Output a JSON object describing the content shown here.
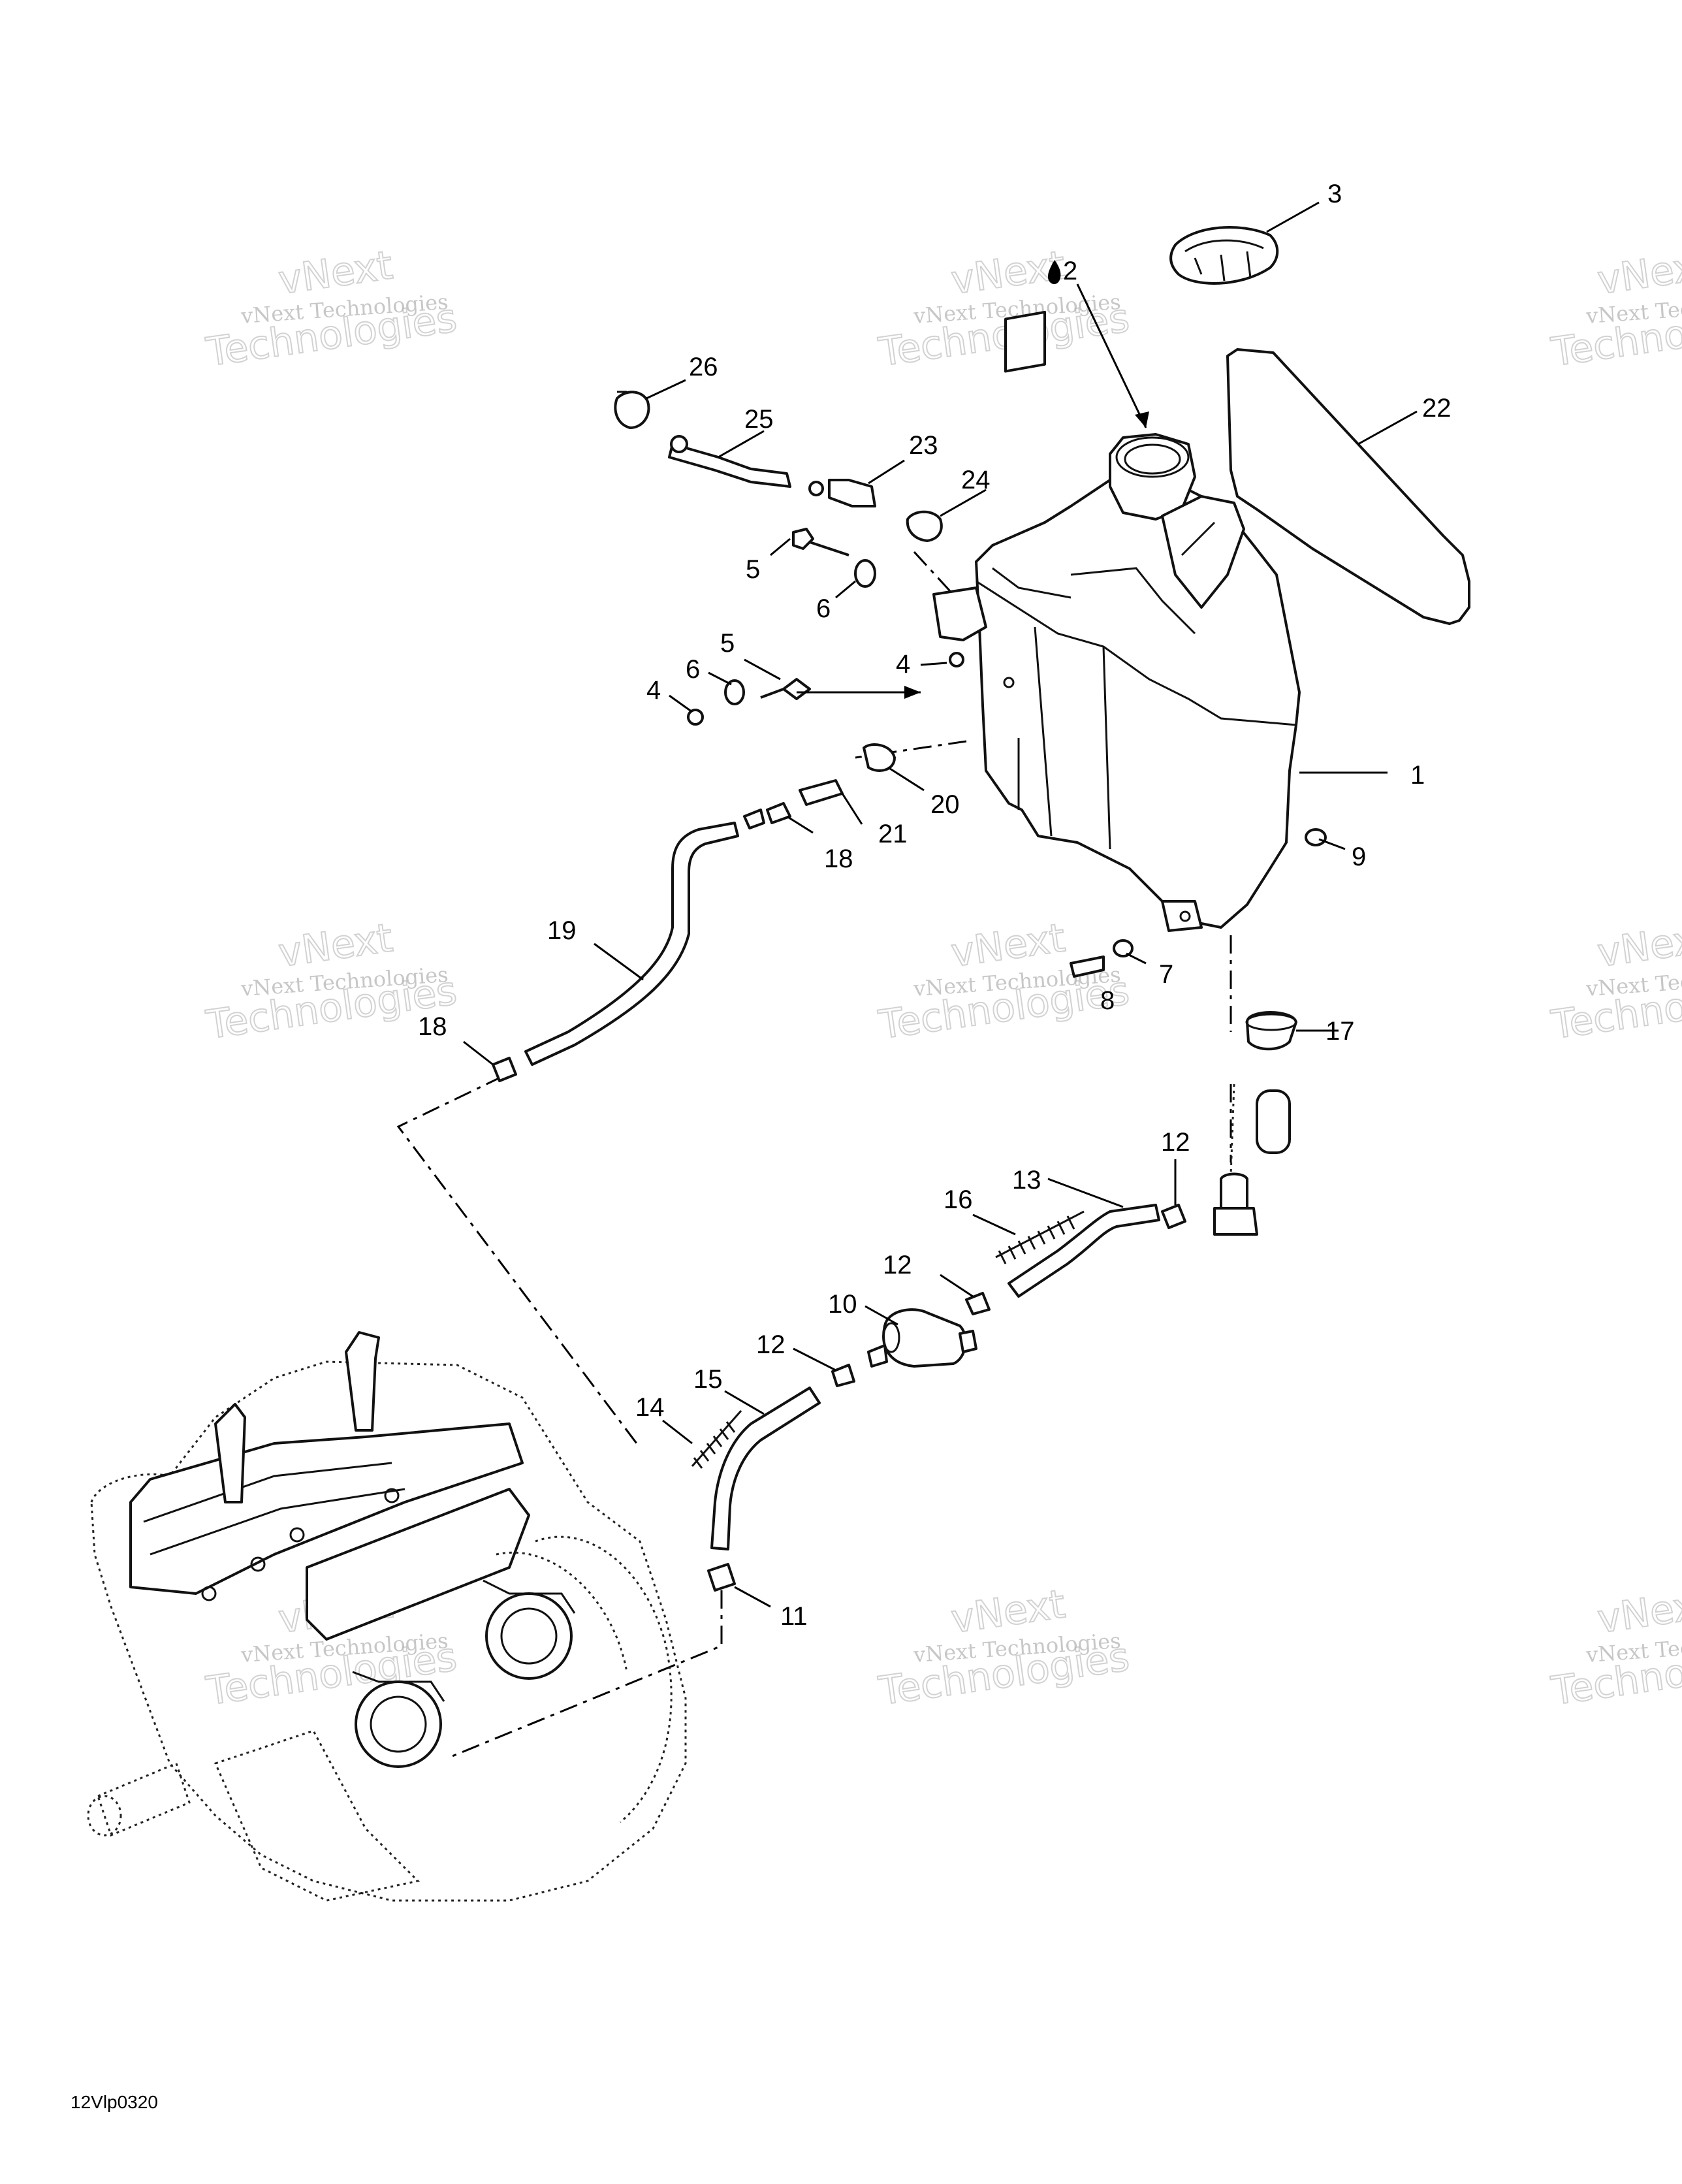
{
  "diagram_code": "12Vlp0320",
  "watermark": {
    "line1": "vNext",
    "line2": "vNext Technologies",
    "line3": "Technologies"
  },
  "callouts": [
    {
      "id": "c1",
      "text": "1"
    },
    {
      "id": "c2",
      "text": "2"
    },
    {
      "id": "c3",
      "text": "3"
    },
    {
      "id": "c4a",
      "text": "4"
    },
    {
      "id": "c4b",
      "text": "4"
    },
    {
      "id": "c5a",
      "text": "5"
    },
    {
      "id": "c5b",
      "text": "5"
    },
    {
      "id": "c6a",
      "text": "6"
    },
    {
      "id": "c6b",
      "text": "6"
    },
    {
      "id": "c7",
      "text": "7"
    },
    {
      "id": "c8",
      "text": "8"
    },
    {
      "id": "c9",
      "text": "9"
    },
    {
      "id": "c10",
      "text": "10"
    },
    {
      "id": "c11",
      "text": "11"
    },
    {
      "id": "c12a",
      "text": "12"
    },
    {
      "id": "c12b",
      "text": "12"
    },
    {
      "id": "c12c",
      "text": "12"
    },
    {
      "id": "c13",
      "text": "13"
    },
    {
      "id": "c14",
      "text": "14"
    },
    {
      "id": "c15",
      "text": "15"
    },
    {
      "id": "c16",
      "text": "16"
    },
    {
      "id": "c17",
      "text": "17"
    },
    {
      "id": "c18a",
      "text": "18"
    },
    {
      "id": "c18b",
      "text": "18"
    },
    {
      "id": "c19",
      "text": "19"
    },
    {
      "id": "c20",
      "text": "20"
    },
    {
      "id": "c21",
      "text": "21"
    },
    {
      "id": "c22",
      "text": "22"
    },
    {
      "id": "c23",
      "text": "23"
    },
    {
      "id": "c24",
      "text": "24"
    },
    {
      "id": "c25",
      "text": "25"
    },
    {
      "id": "c26",
      "text": "26"
    }
  ]
}
